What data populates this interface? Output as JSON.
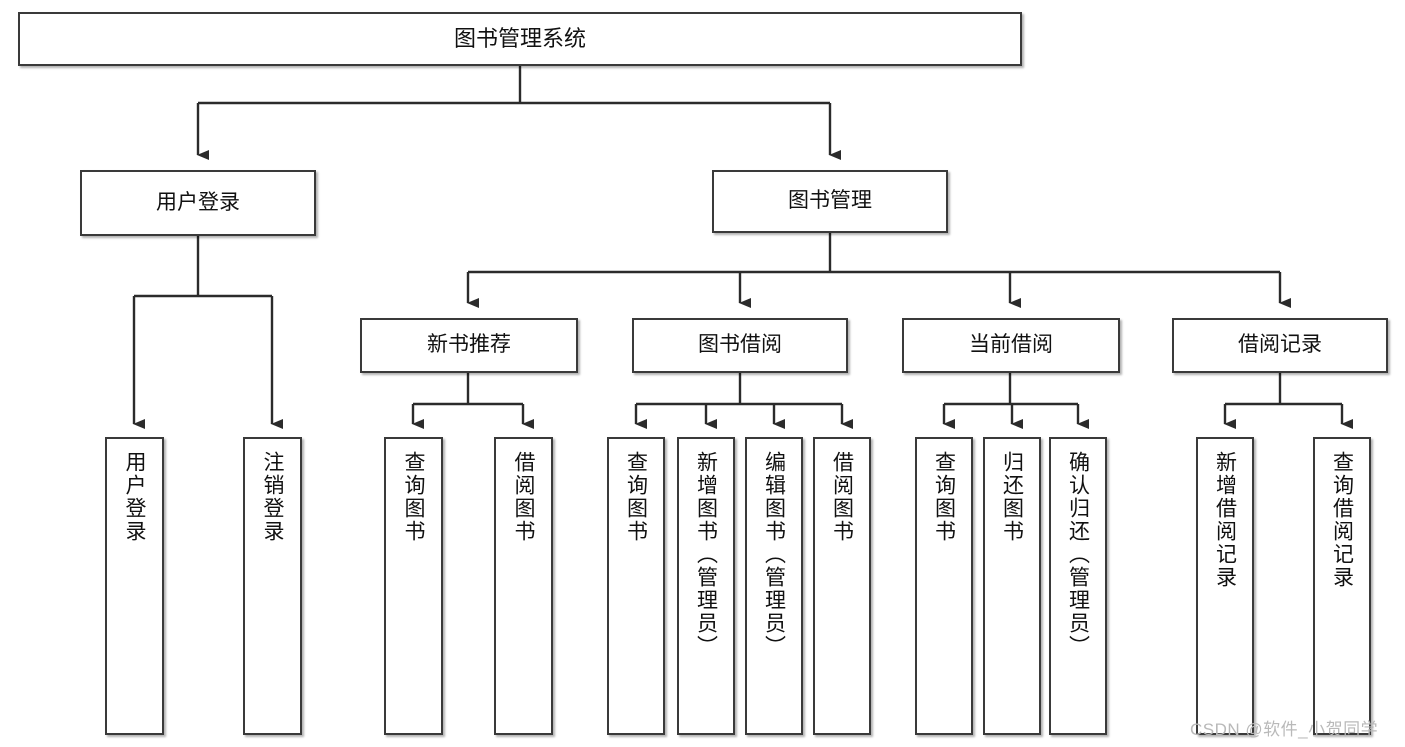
{
  "diagram": {
    "title": "图书管理系统",
    "type": "tree-hierarchy",
    "root": {
      "label": "图书管理系统"
    },
    "level1": [
      {
        "label": "用户登录"
      },
      {
        "label": "图书管理"
      }
    ],
    "level2": [
      {
        "label": "新书推荐",
        "parent": "图书管理"
      },
      {
        "label": "图书借阅",
        "parent": "图书管理"
      },
      {
        "label": "当前借阅",
        "parent": "图书管理"
      },
      {
        "label": "借阅记录",
        "parent": "图书管理"
      }
    ],
    "leaves": [
      {
        "label": "用户登录",
        "parent": "用户登录"
      },
      {
        "label": "注销登录",
        "parent": "用户登录"
      },
      {
        "label": "查询图书",
        "parent": "新书推荐"
      },
      {
        "label": "借阅图书",
        "parent": "新书推荐"
      },
      {
        "label": "查询图书",
        "parent": "图书借阅"
      },
      {
        "label": "新增图书（管理员）",
        "parent": "图书借阅"
      },
      {
        "label": "编辑图书（管理员）",
        "parent": "图书借阅"
      },
      {
        "label": "借阅图书",
        "parent": "图书借阅"
      },
      {
        "label": "查询图书",
        "parent": "当前借阅"
      },
      {
        "label": "归还图书",
        "parent": "当前借阅"
      },
      {
        "label": "确认归还（管理员）",
        "parent": "当前借阅"
      },
      {
        "label": "新增借阅记录",
        "parent": "借阅记录"
      },
      {
        "label": "查询借阅记录",
        "parent": "借阅记录"
      }
    ],
    "watermark": "CSDN @软件_小贺同学",
    "colors": {
      "box_border": "#3a3a3a",
      "box_fill": "#ffffff",
      "connector": "#2b2b2b",
      "text": "#111111",
      "watermark": "#b9b9b9",
      "background": "#ffffff"
    }
  }
}
